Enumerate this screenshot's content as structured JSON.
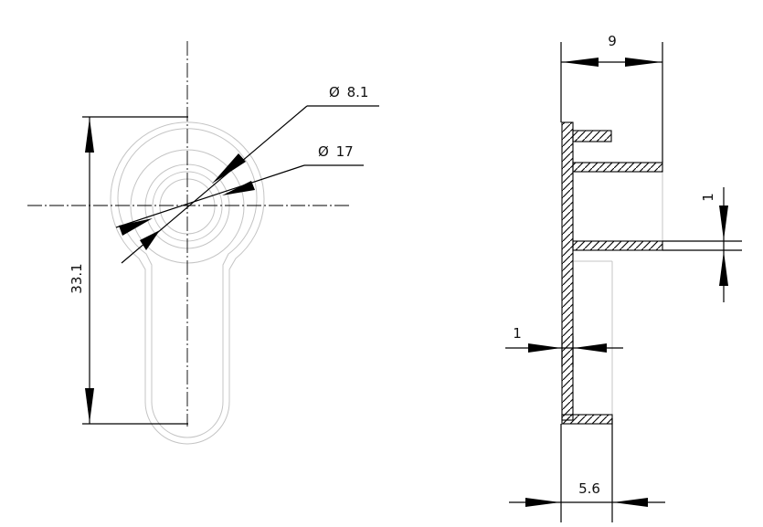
{
  "front_view": {
    "dims": {
      "outer_diameter": "17",
      "inner_diameter": "8.1",
      "height": "33.1",
      "diameter_symbol": "Ø"
    }
  },
  "side_view": {
    "dims": {
      "flange_width": "9",
      "base_width": "5.6",
      "wall_thickness": "1",
      "flange_thickness": "1"
    }
  },
  "colors": {
    "line": "#000000",
    "outline": "#c4c4c4",
    "background": "#ffffff"
  }
}
